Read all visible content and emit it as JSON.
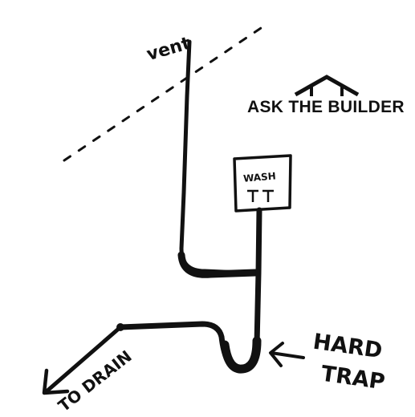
{
  "labels": {
    "vent": "vent",
    "wash": "WASH",
    "to_drain": "TO DRAIN",
    "hard_trap_line1": "HARD",
    "hard_trap_line2": "TRAP"
  },
  "brand": {
    "name": "ASK THE BUILDER"
  },
  "colors": {
    "ink": "#111111",
    "background": "#ffffff"
  }
}
